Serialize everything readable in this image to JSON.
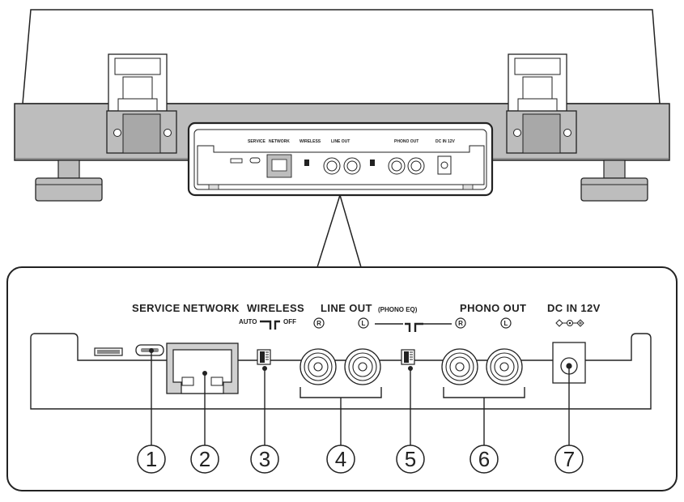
{
  "panel": {
    "service": "SERVICE",
    "network": "NETWORK",
    "wireless": "WIRELESS",
    "auto": "AUTO",
    "off": "OFF",
    "line_out": "LINE OUT",
    "phono_eq": "(PHONO EQ)",
    "phono_out": "PHONO OUT",
    "dc_in": "DC IN 12V",
    "right": "R",
    "left": "L"
  },
  "callouts": [
    "1",
    "2",
    "3",
    "4",
    "5",
    "6",
    "7"
  ],
  "colors": {
    "body": "#bcbcbc",
    "stroke": "#222222",
    "panel_fill": "#ffffff",
    "shade": "#8a8a8a"
  }
}
